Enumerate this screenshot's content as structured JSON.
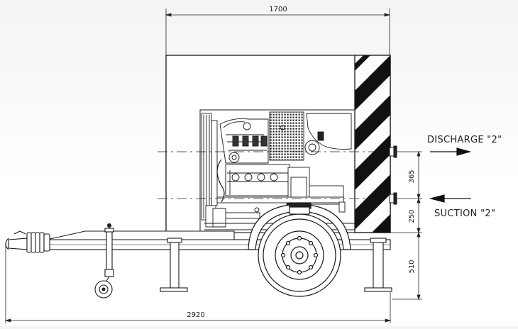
{
  "dimensions": {
    "width": "1700",
    "length": "2920",
    "discharge_to_suction": "365",
    "suction_to_frame": "250",
    "frame_height": "510"
  },
  "labels": {
    "discharge": "DISCHARGE \"2\"",
    "suction": "SUCTION \"2\""
  },
  "colors": {
    "line": "#1a1a1a",
    "stripe": "#111111",
    "background": "#ffffff"
  }
}
